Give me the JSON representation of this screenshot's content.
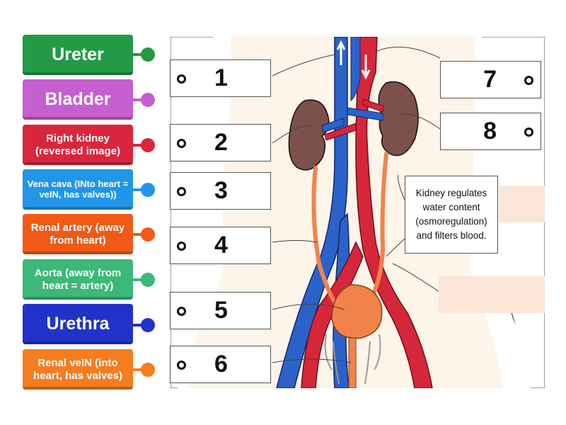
{
  "labels": [
    {
      "text": "Ureter",
      "color": "#239a45"
    },
    {
      "text": "Bladder",
      "color": "#c65fd0"
    },
    {
      "text": "Right kidney (reversed image)",
      "color": "#d9263c"
    },
    {
      "text": "Vena cava (INto heart = veIN, has valves))",
      "color": "#2196e8"
    },
    {
      "text": "Renal artery (away from heart)",
      "color": "#f05a16"
    },
    {
      "text": "Aorta (away from heart = artery)",
      "color": "#3cb878"
    },
    {
      "text": "Urethra",
      "color": "#2132c8"
    },
    {
      "text": "Renal veIN (into heart, has valves)",
      "color": "#f57d20"
    }
  ],
  "targets": [
    "1",
    "2",
    "3",
    "4",
    "5",
    "6",
    "7",
    "8"
  ],
  "note": "Kidney regulates water content (osmoregulation) and filters blood.",
  "colors": {
    "vein": "#2b62c9",
    "artery": "#d6263a",
    "kidney": "#7d514b",
    "ureter": "#f0834d",
    "bladder": "#f1824a"
  }
}
